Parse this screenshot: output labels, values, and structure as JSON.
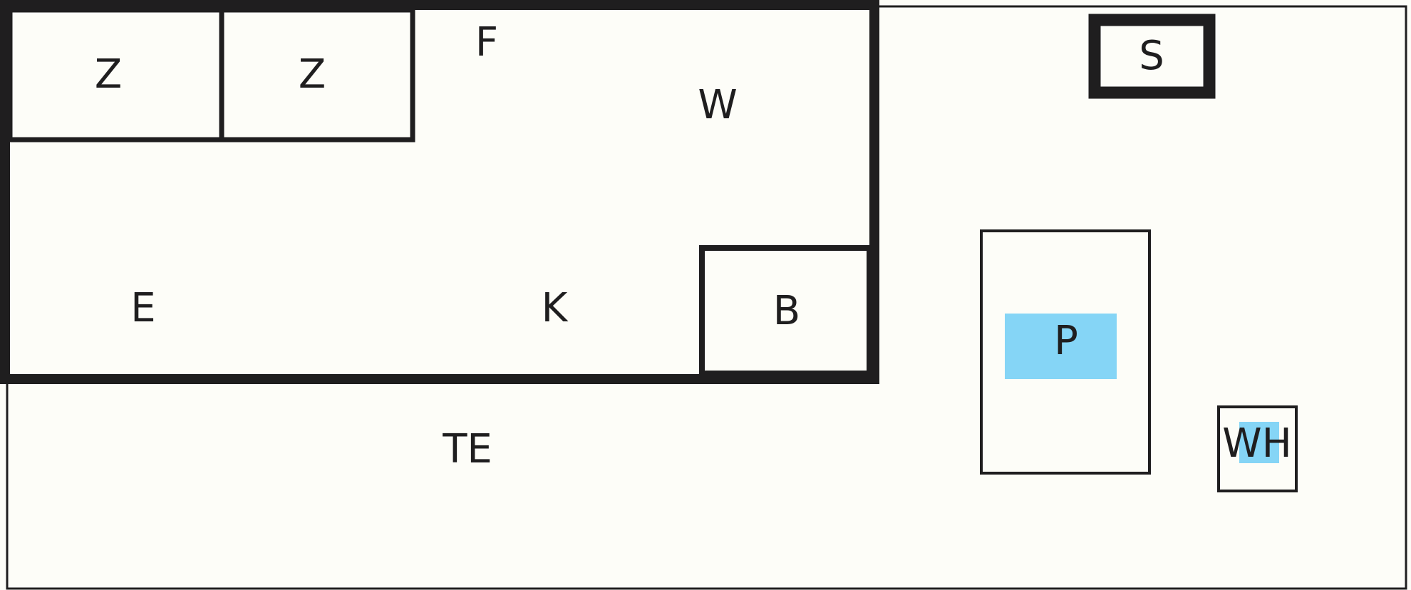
{
  "plan": {
    "colors": {
      "background": "#fdfdf8",
      "wall": "#1f1e1f",
      "highlight": "#85d5f6"
    },
    "rooms": {
      "z_left": "Z",
      "z_right": "Z",
      "f": "F",
      "w": "W",
      "e": "E",
      "k": "K",
      "b": "B",
      "te": "TE",
      "s": "S",
      "p": "P",
      "wh": "WH"
    }
  }
}
